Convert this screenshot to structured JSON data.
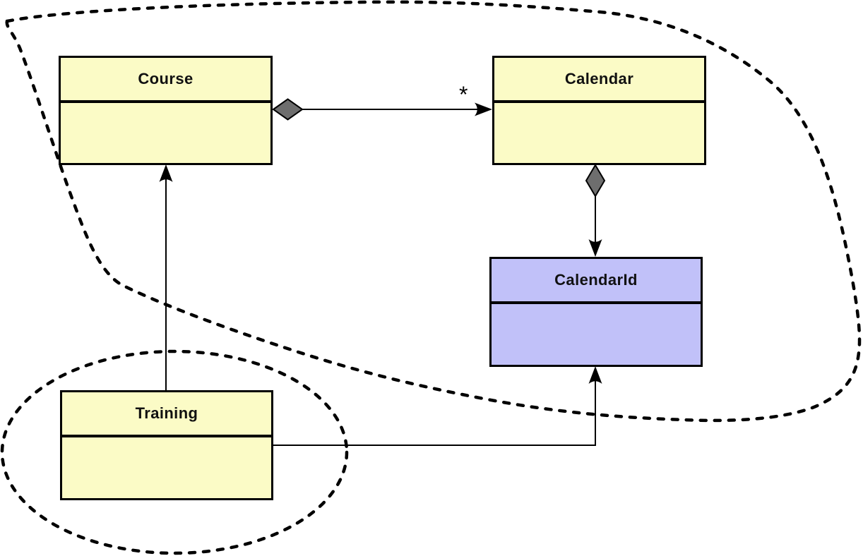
{
  "diagram": {
    "type": "uml-class-diagram",
    "classes": [
      {
        "name": "Course",
        "fill": "#FBFBC6",
        "compartments": [
          "title",
          "attributes"
        ]
      },
      {
        "name": "Calendar",
        "fill": "#FBFBC6",
        "compartments": [
          "title",
          "attributes"
        ]
      },
      {
        "name": "CalendarId",
        "fill": "#C1C1F9",
        "compartments": [
          "title",
          "attributes"
        ]
      },
      {
        "name": "Training",
        "fill": "#FBFBC6",
        "compartments": [
          "title",
          "attributes"
        ]
      }
    ],
    "relationships": [
      {
        "from": "Course",
        "to": "Calendar",
        "type": "aggregation-arrow",
        "target_multiplicity": "*"
      },
      {
        "from": "Calendar",
        "to": "CalendarId",
        "type": "aggregation-arrow",
        "target_multiplicity": ""
      },
      {
        "from": "Training",
        "to": "Course",
        "type": "association-arrow",
        "target_multiplicity": ""
      },
      {
        "from": "Training",
        "to": "CalendarId",
        "type": "association-arrow",
        "target_multiplicity": ""
      }
    ],
    "annotations": [
      {
        "shape": "dashed-freeform-loop",
        "encloses": [
          "Course",
          "Calendar"
        ]
      },
      {
        "shape": "dashed-ellipse",
        "encloses": [
          "Training"
        ]
      }
    ],
    "colors": {
      "class_fill_yellow": "#FBFBC6",
      "class_fill_lavender": "#C1C1F9",
      "diamond_fill": "#6E6E6E",
      "stroke": "#000000",
      "background": "#FFFFFF"
    }
  }
}
